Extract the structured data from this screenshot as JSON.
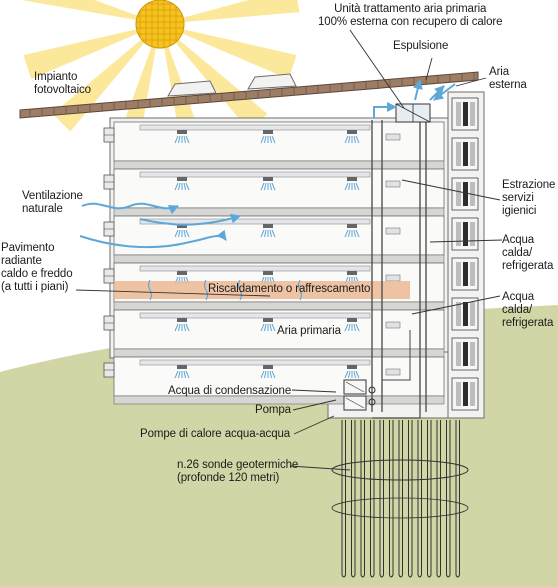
{
  "colors": {
    "sky": "#ffffff",
    "ground": "#d2d6a6",
    "sun": "#f6c319",
    "sun_rays": "#fbe48a",
    "building_fill": "#f2f2f0",
    "building_stroke": "#6d6d6d",
    "floor_band": "#d6d6d4",
    "air_blue": "#5fa7d6",
    "heating_band": "#ebb894",
    "roof": "#9c7d66",
    "pipe": "#474747"
  },
  "labels": {
    "ahu_line1": "Unità trattamento aria primaria",
    "ahu_line2": "100% esterna con recupero di calore",
    "espulsione": "Espulsione",
    "aria_esterna_1": "Aria",
    "aria_esterna_2": "esterna",
    "impianto_1": "Impianto",
    "impianto_2": "fotovoltaico",
    "ventilazione_1": "Ventilazione",
    "ventilazione_2": "naturale",
    "estrazione_1": "Estrazione",
    "estrazione_2": "servizi",
    "estrazione_3": "igienici",
    "acqua1_1": "Acqua",
    "acqua1_2": "calda/",
    "acqua1_3": "refrigerata",
    "pavimento_1": "Pavimento",
    "pavimento_2": "radiante",
    "pavimento_3": "caldo e freddo",
    "pavimento_4": "(a tutti i piani)",
    "riscaldamento": "Riscaldamento o raffrescamento",
    "acqua2_1": "Acqua",
    "acqua2_2": "calda/",
    "acqua2_3": "refrigerata",
    "aria_primaria": "Aria primaria",
    "condensazione": "Acqua di condensazione",
    "pompa": "Pompa",
    "pompe_calore": "Pompe di calore acqua-acqua",
    "sonde_1": "n.26 sonde geotermiche",
    "sonde_2": "(profonde 120 metri)"
  },
  "structure": {
    "floors": 6,
    "geothermal_probes": 26
  }
}
